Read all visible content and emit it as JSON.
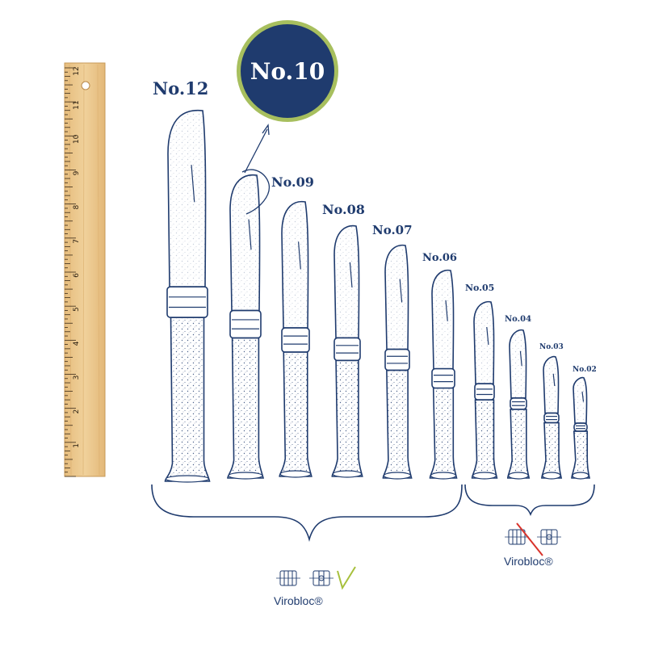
{
  "badge": {
    "text": "No.10"
  },
  "knife_labels": {
    "no12": "No.12",
    "no09": "No.09",
    "no08": "No.08",
    "no07": "No.07",
    "no06": "No.06",
    "no05": "No.05",
    "no04": "No.04",
    "no03": "No.03",
    "no02": "No.02"
  },
  "ruler": {
    "numbers": [
      "1",
      "2",
      "3",
      "4",
      "5",
      "6",
      "7",
      "8",
      "9",
      "10",
      "11",
      "12"
    ]
  },
  "groups": {
    "large": {
      "label": "Virobloc®",
      "note": "with Virobloc locking ring"
    },
    "small": {
      "label": "Virobloc®",
      "note": "without Virobloc locking ring"
    }
  },
  "colors": {
    "ink": "#1f3b6e",
    "badge_ring": "#a7bf5e",
    "ruler_wood": "#ecc98f",
    "check": "#a7c03c",
    "cross": "#d9332b"
  }
}
